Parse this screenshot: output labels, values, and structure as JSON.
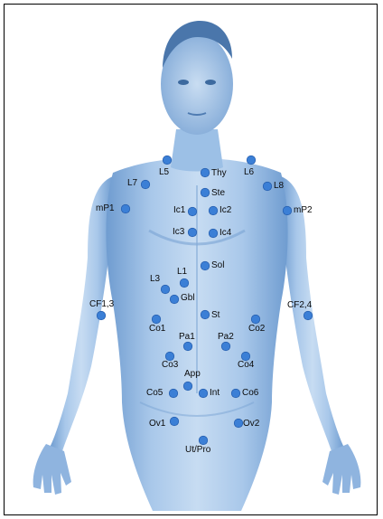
{
  "points": [
    {
      "id": "L5",
      "label": "L5"
    },
    {
      "id": "Thy",
      "label": "Thy"
    },
    {
      "id": "L6",
      "label": "L6"
    },
    {
      "id": "L7",
      "label": "L7"
    },
    {
      "id": "L8",
      "label": "L8"
    },
    {
      "id": "Ste",
      "label": "Ste"
    },
    {
      "id": "mP1",
      "label": "mP1"
    },
    {
      "id": "mP2",
      "label": "mP2"
    },
    {
      "id": "Ic1",
      "label": "Ic1"
    },
    {
      "id": "Ic2",
      "label": "Ic2"
    },
    {
      "id": "Ic3",
      "label": "Ic3"
    },
    {
      "id": "Ic4",
      "label": "Ic4"
    },
    {
      "id": "Sol",
      "label": "Sol"
    },
    {
      "id": "L1",
      "label": "L1"
    },
    {
      "id": "L3",
      "label": "L3"
    },
    {
      "id": "Gbl",
      "label": "Gbl"
    },
    {
      "id": "CF13",
      "label": "CF1,3"
    },
    {
      "id": "CF24",
      "label": "CF2,4"
    },
    {
      "id": "St",
      "label": "St"
    },
    {
      "id": "Co1",
      "label": "Co1"
    },
    {
      "id": "Co2",
      "label": "Co2"
    },
    {
      "id": "Pa1",
      "label": "Pa1"
    },
    {
      "id": "Pa2",
      "label": "Pa2"
    },
    {
      "id": "Co3",
      "label": "Co3"
    },
    {
      "id": "Co4",
      "label": "Co4"
    },
    {
      "id": "App",
      "label": "App"
    },
    {
      "id": "Co5",
      "label": "Co5"
    },
    {
      "id": "Int",
      "label": "Int"
    },
    {
      "id": "Co6",
      "label": "Co6"
    },
    {
      "id": "Ov1",
      "label": "Ov1"
    },
    {
      "id": "Ov2",
      "label": "Ov2"
    },
    {
      "id": "UtPro",
      "label": "Ut/Pro"
    }
  ],
  "colors": {
    "point": "#3b7fd6",
    "skin": "#9cc0e6",
    "skin_dark": "#5f8fc6",
    "hair": "#3a5f8f"
  }
}
